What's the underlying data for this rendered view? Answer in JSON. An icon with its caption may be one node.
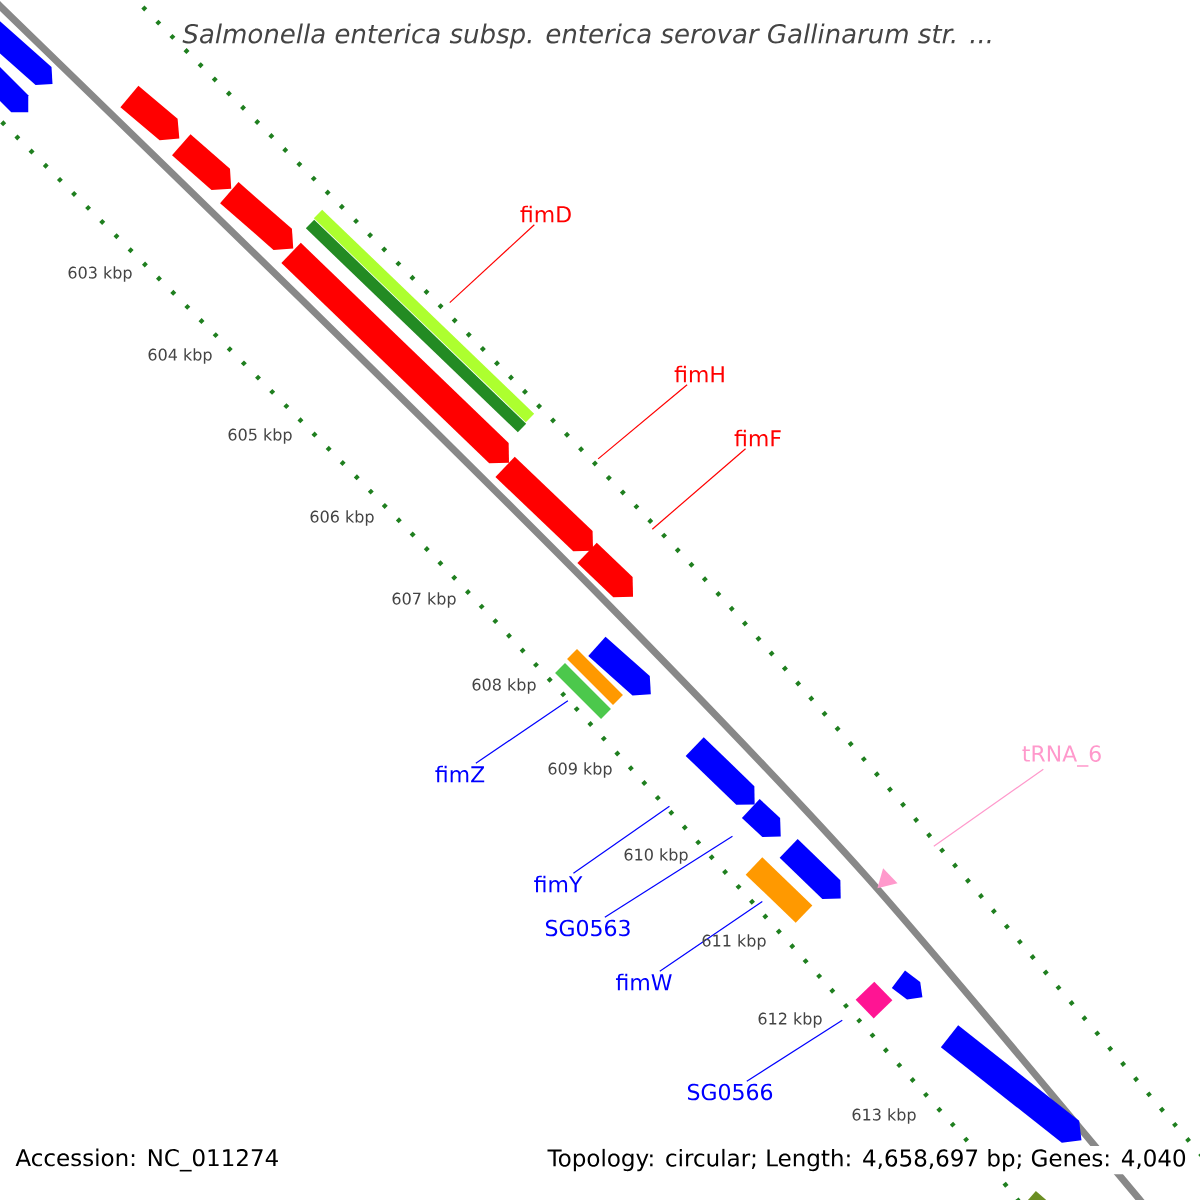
{
  "diagram": {
    "title": "Salmonella enterica subsp. enterica serovar Gallinarum str. ...",
    "nodes": [
      {
        "text": [],
        "shape": "arrow"
      },
      {
        "text": [],
        "shape": "arrow"
      },
      {
        "text": [],
        "shape": "arrow"
      },
      {
        "text": [],
        "shape": "arrow"
      },
      {
        "text": [],
        "shape": "arrow"
      },
      {
        "text": [
          "fimD"
        ]
      },
      {
        "text": [],
        "shape": "arrow"
      },
      {
        "text": [
          "fimH"
        ]
      },
      {
        "text": [],
        "shape": "arrow"
      },
      {
        "text": [
          "fimF"
        ]
      },
      {
        "text": [],
        "shape": "arrow"
      },
      {
        "text": [
          "fimZ"
        ]
      },
      {
        "text": [],
        "shape": "arrow"
      },
      {
        "text": [
          "fimY"
        ]
      },
      {
        "text": [],
        "shape": "arrow"
      },
      {
        "text": [
          "SG0563"
        ]
      },
      {
        "text": [],
        "shape": "arrow"
      },
      {
        "text": [
          "fimW"
        ]
      },
      {
        "text": [],
        "shape": "arrow"
      },
      {
        "text": [
          "SG0566"
        ]
      },
      {
        "text": [],
        "shape": "diamond"
      },
      {
        "text": [
          "tRNA_6"
        ]
      },
      {
        "text": [],
        "shape": "triangle"
      },
      {
        "text": [],
        "shape": "arrow"
      },
      {
        "text": [],
        "shape": "arrow"
      }
    ],
    "edges": [
      {
        "from": 5,
        "to": 6,
        "arrow": "none",
        "color": "#ff0000"
      },
      {
        "from": 7,
        "to": 8,
        "arrow": "none",
        "color": "#ff0000"
      },
      {
        "from": 9,
        "to": 10,
        "arrow": "none",
        "color": "#ff0000"
      },
      {
        "from": 11,
        "to": 12,
        "arrow": "none"
      },
      {
        "from": 13,
        "to": 14,
        "arrow": "none"
      },
      {
        "from": 15,
        "to": 16,
        "arrow": "none"
      },
      {
        "from": 17,
        "to": 18,
        "arrow": "none"
      },
      {
        "from": 19,
        "to": 20,
        "arrow": "none"
      },
      {
        "from": 21,
        "to": 22,
        "arrow": "none",
        "color": "#ff99cc"
      }
    ],
    "labels": [
      "603 kbp",
      "604 kbp",
      "605 kbp",
      "606 kbp",
      "607 kbp",
      "608 kbp",
      "609 kbp",
      "610 kbp",
      "611 kbp",
      "612 kbp",
      "613 kbp",
      "Accession: NC_011274",
      "Topology: circular; Length: 4,658,697 bp; Genes: 4,040"
    ]
  }
}
